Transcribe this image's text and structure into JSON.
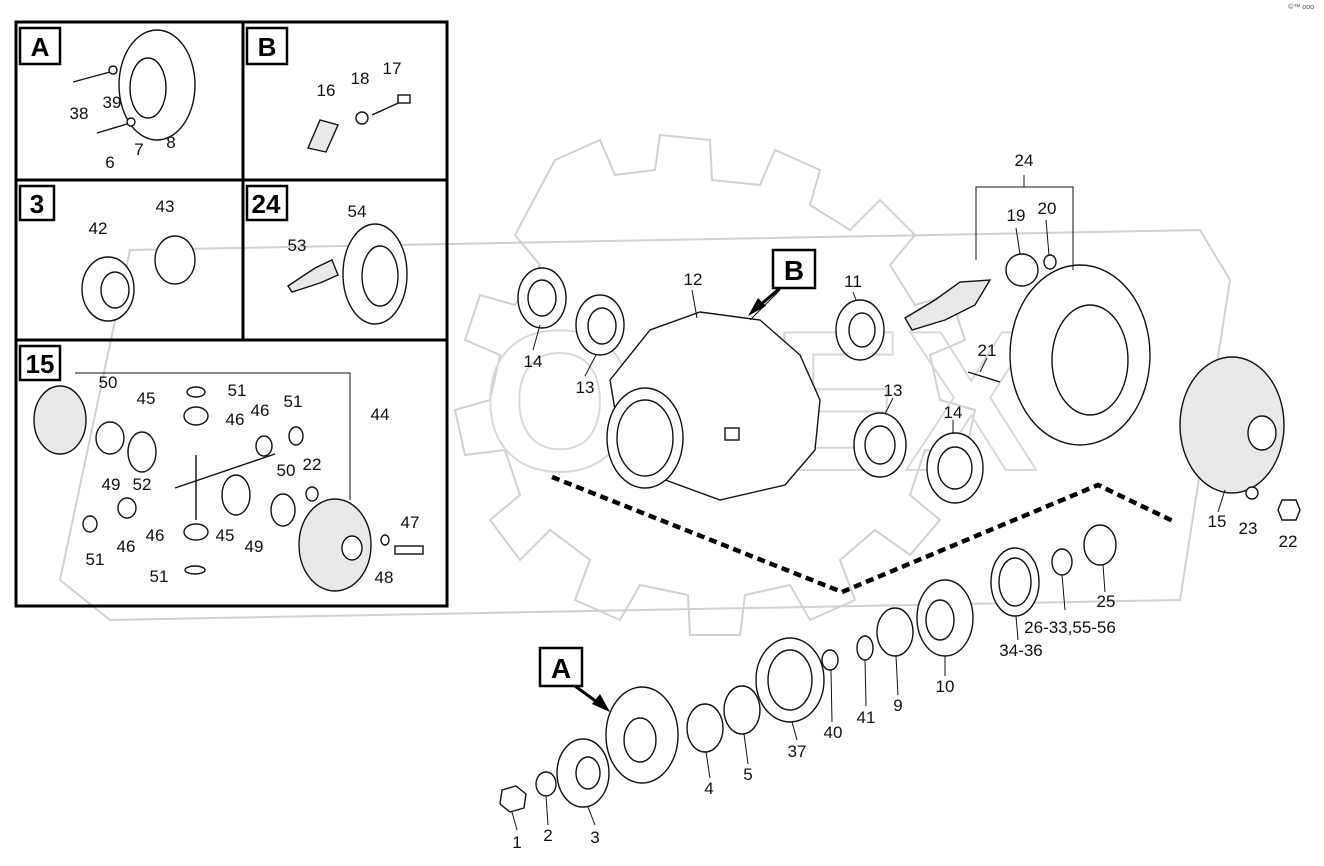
{
  "corner_mark": "©™ ooo",
  "colors": {
    "line": "#111111",
    "watermark": "#d0d0d0",
    "frame": "#000000",
    "background": "#ffffff"
  },
  "watermark_text": "OPEX",
  "panels": {
    "A": {
      "title": "A",
      "labels": [
        "38",
        "39",
        "8",
        "6",
        "7"
      ]
    },
    "B": {
      "title": "B",
      "labels": [
        "16",
        "18",
        "17"
      ]
    },
    "3": {
      "title": "3",
      "labels": [
        "42",
        "43"
      ]
    },
    "24": {
      "title": "24",
      "labels": [
        "53",
        "54"
      ]
    },
    "15": {
      "title": "15",
      "labels": [
        "50",
        "45",
        "51",
        "46",
        "46",
        "51",
        "44",
        "49",
        "52",
        "50",
        "22",
        "47",
        "51",
        "46",
        "46",
        "45",
        "49",
        "51",
        "48"
      ]
    }
  },
  "callouts": {
    "B": "B",
    "A": "A"
  },
  "main_labels": {
    "l24": "24",
    "l19": "19",
    "l20": "20",
    "l12": "12",
    "l11": "11",
    "l14a": "14",
    "l13a": "13",
    "l21": "21",
    "l13b": "13",
    "l14b": "14",
    "l15": "15",
    "l23": "23",
    "l22": "22",
    "l25": "25",
    "l26": "26-33,55-56",
    "l34": "34-36",
    "l10": "10",
    "l9": "9",
    "l41": "41",
    "l40": "40",
    "l37": "37",
    "l5": "5",
    "l4": "4",
    "l3": "3",
    "l2": "2",
    "l1": "1"
  }
}
